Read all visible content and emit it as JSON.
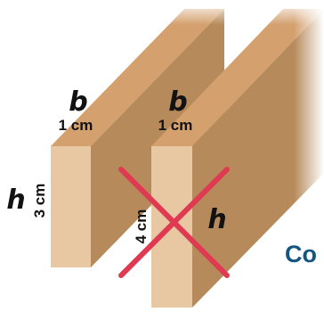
{
  "colors": {
    "front_face": "#e8c7a3",
    "side_face": "#b68a5a",
    "top_face": "#d4a06e",
    "cross": "#e03a52",
    "label_text": "#121212",
    "partial_text": "#14557f"
  },
  "block_left": {
    "width_variable": "b",
    "width_value": "1 cm",
    "height_variable": "h",
    "height_value": "3 cm"
  },
  "block_right": {
    "width_variable": "b",
    "width_value": "1 cm",
    "height_variable": "h",
    "height_value": "4 cm",
    "crossed_out": true
  },
  "partial_text": "Co"
}
